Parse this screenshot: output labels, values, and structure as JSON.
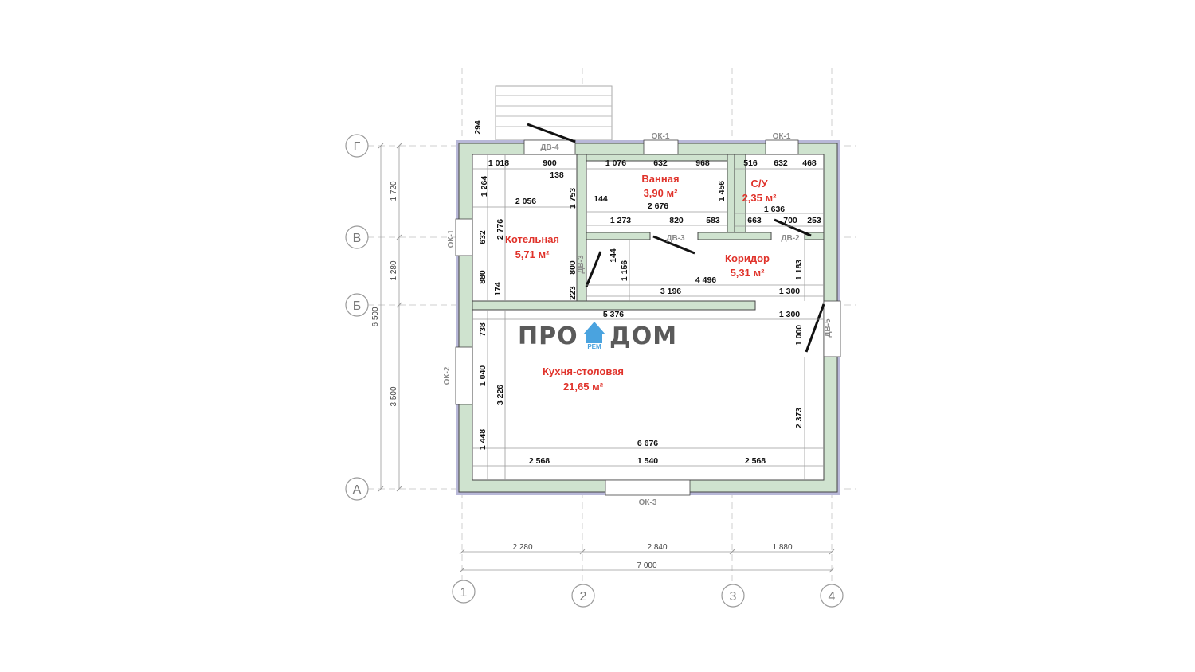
{
  "axes": {
    "rows": [
      "Г",
      "В",
      "Б",
      "А"
    ],
    "cols": [
      "1",
      "2",
      "3",
      "4"
    ]
  },
  "rooms": {
    "kotelnaya": {
      "name": "Котельная",
      "area": "5,71 м²"
    },
    "vannaya": {
      "name": "Ванная",
      "area": "3,90 м²"
    },
    "su": {
      "name": "С/У",
      "area": "2,35 м²"
    },
    "koridor": {
      "name": "Коридор",
      "area": "5,31 м²"
    },
    "kukhnya": {
      "name": "Кухня-столовая",
      "area": "21,65 м²"
    }
  },
  "openings": {
    "ok1_top_a": "ОК-1",
    "ok1_top_b": "ОК-1",
    "ok1_left": "ОК-1",
    "ok2_left": "ОК-2",
    "ok3_bottom": "ОК-3",
    "dv4": "ДВ-4",
    "dv3_horizontal": "ДВ-3",
    "dv3_vertical": "ДВ-3",
    "dv2": "ДВ-2",
    "dv5": "ДВ-5"
  },
  "dims": {
    "bottom_2280": "2 280",
    "bottom_2840": "2 840",
    "bottom_1880": "1 880",
    "bottom_7000": "7 000",
    "left_1720": "1 720",
    "left_1280": "1 280",
    "left_3500": "3 500",
    "left_6500": "6 500",
    "porch_294": "294",
    "k_1018": "1 018",
    "k_900": "900",
    "k_138": "138",
    "k_1264": "1 264",
    "k_2056": "2 056",
    "k_1753": "1 753",
    "k_2776": "2 776",
    "k_632": "632",
    "k_880": "880",
    "k_174": "174",
    "k_800": "800",
    "k_223": "223",
    "v_1076": "1 076",
    "v_632": "632",
    "v_968": "968",
    "v_144": "144",
    "v_2676": "2 676",
    "v_1456": "1 456",
    "v_1273": "1 273",
    "v_820": "820",
    "v_583": "583",
    "s_516": "516",
    "s_632": "632",
    "s_468": "468",
    "s_1636": "1 636",
    "s_663": "663",
    "s_700": "700",
    "s_253": "253",
    "c_144": "144",
    "c_1156": "1 156",
    "c_4496": "4 496",
    "c_1183": "1 183",
    "c_3196": "3 196",
    "c_1300a": "1 300",
    "c_5376": "5 376",
    "c_1300b": "1 300",
    "c_1000": "1 000",
    "kk_738": "738",
    "kk_1040": "1 040",
    "kk_3226": "3 226",
    "kk_1448": "1 448",
    "kk_2373": "2 373",
    "kk_6676": "6 676",
    "kk_2568a": "2 568",
    "kk_1540": "1 540",
    "kk_2568b": "2 568"
  },
  "logo": {
    "left": "ПРО",
    "right": "ДОМ",
    "sub": "РЕМ"
  },
  "colors": {
    "wall_fill": "#cfe3cf",
    "outer_purple": "#b8b8d8",
    "room_label": "#e0332b",
    "logo_blue": "#4aa3df"
  }
}
